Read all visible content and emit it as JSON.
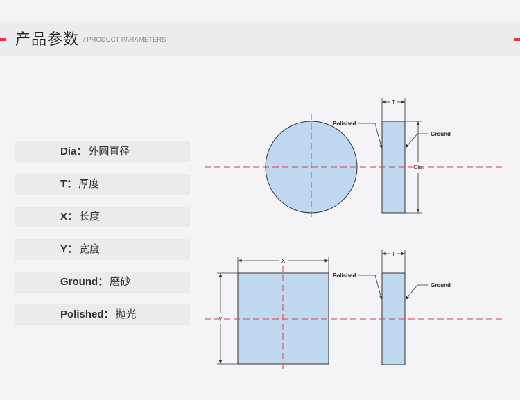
{
  "header": {
    "title": "产品参数",
    "subtitle": "/ PRODUCT PARAMETERS"
  },
  "params": [
    {
      "label": "Dia：",
      "value": "外圆直径"
    },
    {
      "label": "T：",
      "value": "厚度"
    },
    {
      "label": "X：",
      "value": "长度"
    },
    {
      "label": "Y：",
      "value": "宽度"
    },
    {
      "label": "Ground：",
      "value": "磨砂"
    },
    {
      "label": "Polished：",
      "value": "抛光"
    }
  ],
  "diagrams": {
    "round": {
      "thickness_label": "T",
      "polished_label": "Polished",
      "ground_label": "Ground",
      "diameter_label": "Dia."
    },
    "square": {
      "length_label": "X",
      "width_label": "Y",
      "thickness_label": "T",
      "polished_label": "Polished",
      "ground_label": "Ground"
    }
  },
  "colors": {
    "background": "#f4f4f6",
    "header_band": "#ececee",
    "row_background": "#ebebed",
    "accent": "#e53935",
    "part_fill": "#bfd7ef",
    "outline": "#333333",
    "centerline": "#e0403f"
  }
}
